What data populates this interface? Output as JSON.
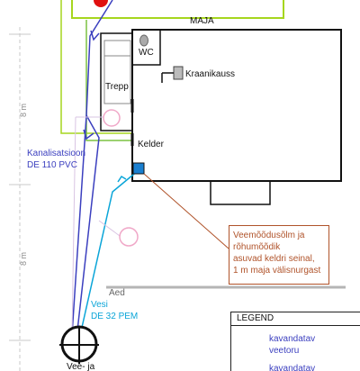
{
  "labels": {
    "maja": "MAJA",
    "wc": "WC",
    "kraanikauss": "Kraanikauss",
    "trepp": "Trepp",
    "kelder": "Kelder",
    "kanalisatsioon_line1": "Kanalisatsioon",
    "kanalisatsioon_line2": "DE 110 PVC",
    "vesi_line1": "Vesi",
    "vesi_line2": "DE 32 PEM",
    "aed": "Aed",
    "dim_upper": "8 m",
    "dim_lower": "8 m",
    "well_label": "Vee- ja"
  },
  "annotation": {
    "lines": [
      "Veemõõdusõlm ja",
      "rõhumõõdik",
      "asuvad keldri seinal,",
      "1 m maja välisnurgast"
    ]
  },
  "legend": {
    "title": "LEGEND",
    "items": [
      {
        "line1": "kavandatav",
        "line2": "veetoru",
        "color": "#0aa5d8",
        "icon": "arrow-left-icon"
      },
      {
        "line1": "kavandatav",
        "line2": "",
        "color": "#3b3fbf",
        "icon": "arrow-left-icon"
      }
    ]
  },
  "colors": {
    "house_outline": "#111111",
    "sewer_pipe": "#3b3fbf",
    "water_pipe": "#0aa5d8",
    "green_boundary": "#a6d61e",
    "existing_green": "#7cc242",
    "pink_manhole": "#f0a8c8",
    "red_marker": "#e01010",
    "meter_box": "#1a7fd0",
    "fence_line": "#b5b5b5",
    "annotation": "#b0532a"
  }
}
